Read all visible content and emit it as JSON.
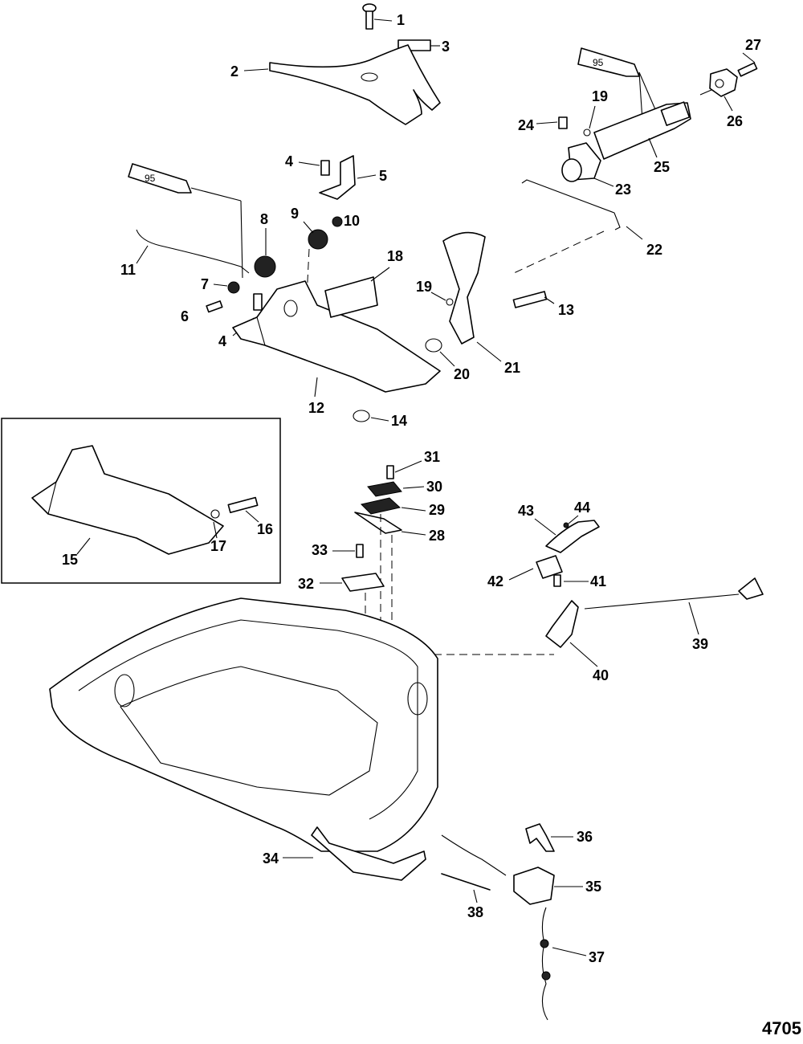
{
  "figure_number": "4705",
  "sealant_tube_label": "95",
  "callouts": [
    "1",
    "2",
    "3",
    "4",
    "5",
    "6",
    "7",
    "8",
    "9",
    "10",
    "11",
    "12",
    "13",
    "14",
    "15",
    "16",
    "17",
    "18",
    "19",
    "20",
    "21",
    "22",
    "23",
    "24",
    "25",
    "26",
    "27",
    "28",
    "29",
    "30",
    "31",
    "32",
    "33",
    "34",
    "35",
    "36",
    "37",
    "38",
    "39",
    "40",
    "41",
    "42",
    "43",
    "44"
  ],
  "callout_extra": {
    "4b": "4",
    "19b": "19"
  }
}
